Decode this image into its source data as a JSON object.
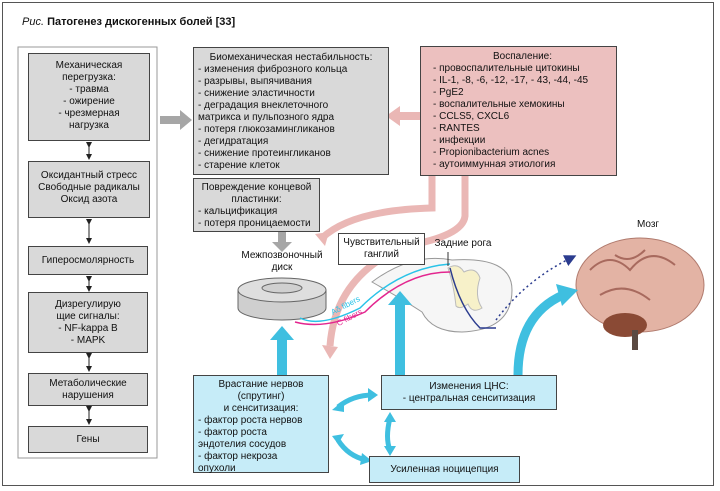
{
  "title": {
    "prefix": "Рис.",
    "text": "Патогенез дискогенных болей [33]"
  },
  "left_column": [
    {
      "lines": [
        "Механическая",
        "перегрузка:",
        "- травма",
        "- ожирение",
        "- чрезмерная",
        "нагрузка"
      ]
    },
    {
      "lines": [
        "Оксидантный стресс",
        "Свободные радикалы",
        "Оксид азота"
      ]
    },
    {
      "lines": [
        "Гиперосмолярность"
      ]
    },
    {
      "lines": [
        "Дизрегулирую",
        "щие сигналы:",
        "- NF-kappa B",
        "- MAPK"
      ]
    },
    {
      "lines": [
        "Метаболические",
        "нарушения"
      ]
    },
    {
      "lines": [
        "Гены"
      ]
    }
  ],
  "biomech": {
    "heading": "Биомеханическая нестабильность:",
    "lines": [
      "- изменения фиброзного кольца",
      "- разрывы, выпячивания",
      "- снижение эластичности",
      "- деградация внеклеточного",
      "матрикса и пульпозного ядра",
      "- потеря глюкозамингликанов",
      "- дегидратация",
      "- снижение протеингликанов",
      "- старение клеток"
    ]
  },
  "endplate": {
    "lines": [
      "Повреждение концевой",
      "пластинки:",
      "- кальцификация",
      "- потеря проницаемости"
    ]
  },
  "inflammation": {
    "heading": "Воспаление:",
    "lines": [
      "- провоспалительные цитокины",
      "- IL-1, -8, -6, -12, -17, - 43, -44, -45",
      "- PgE2",
      "- воспалительные хемокины",
      "- CCLS5, CXCL6",
      "- RANTES",
      "- инфекции",
      "- Propionibacterium acnes",
      "- аутоиммунная этиология"
    ]
  },
  "labels": {
    "disc": [
      "Межпозвоночный",
      "диск"
    ],
    "ganglion": [
      "Чувствительный",
      "ганглий"
    ],
    "dorsal_horns": "Задние рога",
    "brain": "Мозг",
    "ab_fibers": "Aδ fibers",
    "c_fibers": "C fibers"
  },
  "nerve_growth": {
    "lines": [
      "Врастание нервов",
      "(спрутинг)",
      "и сенситизация:",
      "- фактор роста нервов",
      "- фактор роста",
      "эндотелия сосудов",
      "- фактор некроза",
      "опухоли"
    ]
  },
  "cns": {
    "lines": [
      "Изменения ЦНС:",
      "- центральная сенситизация"
    ]
  },
  "nociception": {
    "lines": [
      "Усиленная ноцицепция"
    ]
  },
  "colors": {
    "gray_box": "#d9d9d9",
    "pink_box": "#ecc0bf",
    "blue_box": "#c6ecf8",
    "blue_arrow": "#3fbfe0",
    "pink_arrow": "#eab7b5",
    "gray_arrow": "#a6a6a6",
    "ab_fiber": "#29c3e8",
    "c_fiber": "#e3268f"
  }
}
